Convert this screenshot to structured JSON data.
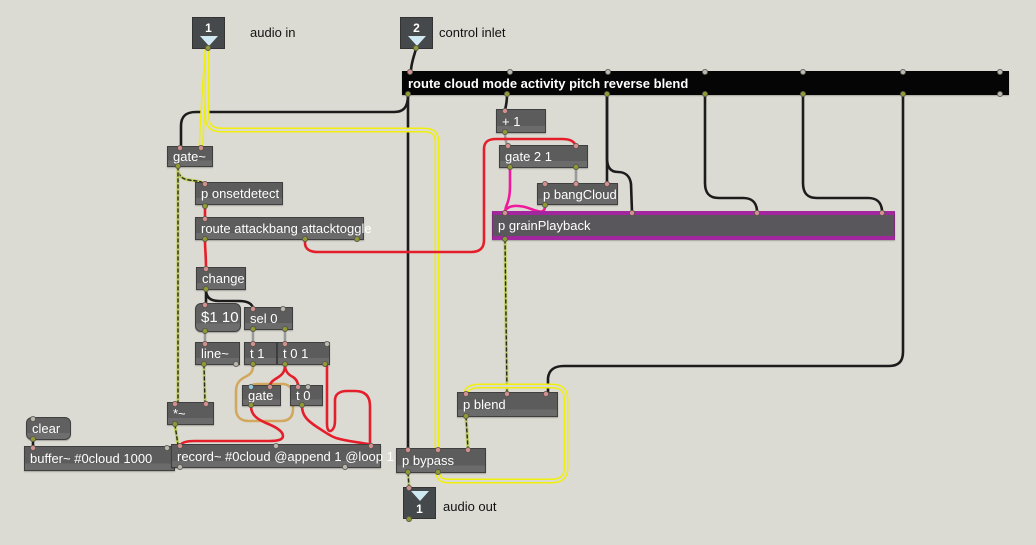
{
  "window": {
    "app": "Max/MSP patcher"
  },
  "io": {
    "inlet1_number": "1",
    "inlet2_number": "2",
    "outlet1_number": "1"
  },
  "comments": {
    "audio_in": "audio in",
    "control_inlet": "control inlet",
    "audio_out": "audio out"
  },
  "boxes": {
    "route": "route cloud mode activity pitch reverse blend",
    "plus_one": "+ 1",
    "gate_2_1": "gate 2 1",
    "p_bangcloud": "p bangCloud",
    "p_grainplayback": "p grainPlayback",
    "gate_sig": "gate~",
    "p_onsetdetect": "p onsetdetect",
    "route_attack": "route attackbang attacktoggle",
    "change": "change",
    "msg_1_10": "$1 10",
    "sel_0": "sel 0",
    "line_sig": "line~",
    "t_1": "t 1",
    "t_0_1": "t 0 1",
    "gate": "gate",
    "t_0": "t 0",
    "times_sig": "*~",
    "msg_clear": "clear",
    "buffer": "buffer~ #0cloud 1000",
    "record": "record~ #0cloud @append 1 @loop 1",
    "p_blend": "p blend",
    "p_bypass": "p bypass"
  },
  "colors": {
    "background": "#dcdbd3",
    "box_body": "#5c5c5c",
    "route_bar": "#050505",
    "grain_highlight": "#a2269e",
    "cable_black": "#1c1c1c",
    "cable_gray": "#9a9a9a",
    "cable_red": "#e41e2a",
    "cable_magenta": "#f0189c",
    "cable_tan": "#d2a85e",
    "cable_audio_yellow": "#f0ef0c",
    "cable_signal_green": "#c3cf6b",
    "inlet_dot": "#d49090",
    "outlet_dot": "#8f9a33",
    "unused_dot": "#b8b8b0",
    "cold_inlet_dot": "#8ecbe0"
  }
}
